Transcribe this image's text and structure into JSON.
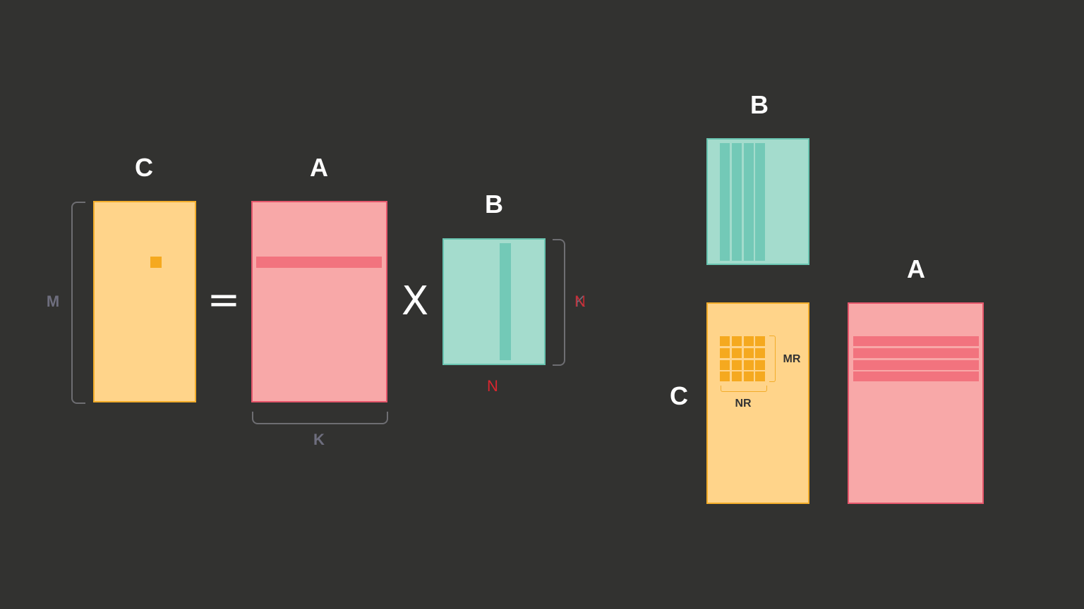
{
  "left": {
    "c_title": "C",
    "a_title": "A",
    "b_title": "B",
    "equals": "=",
    "times": "X",
    "label_m": "M",
    "label_k": "K",
    "label_k_overlap": "K",
    "label_n_overlap": "N",
    "label_n": "N"
  },
  "right": {
    "b_title": "B",
    "a_title": "A",
    "c_title": "C",
    "label_mr": "MR",
    "label_nr": "NR"
  },
  "colors": {
    "c_fill": "#ffd48a",
    "c_border": "#f2ac2a",
    "a_fill": "#f8a8a8",
    "a_border": "#e5566b",
    "b_fill": "#a4dccd",
    "b_border": "#68c4b0",
    "dim_gray": "#6e6e7e",
    "dim_red": "#d9262f",
    "background": "#323230"
  }
}
